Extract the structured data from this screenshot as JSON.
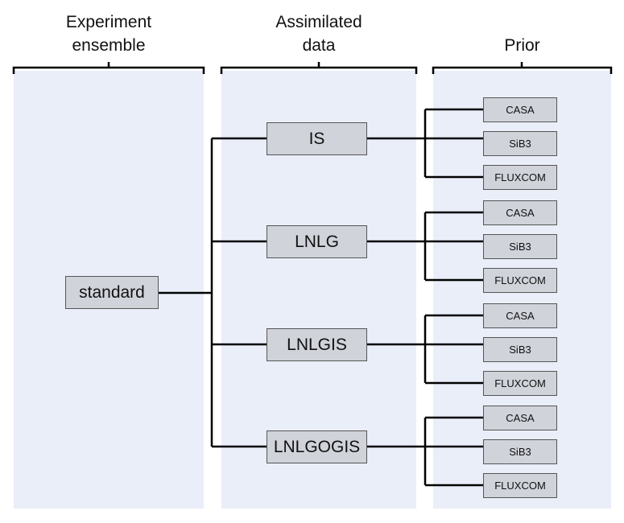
{
  "columns": [
    {
      "heading_lines": [
        "Experiment",
        "ensemble"
      ]
    },
    {
      "heading_lines": [
        "Assimilated",
        "data"
      ]
    },
    {
      "heading_lines": [
        "Prior"
      ]
    }
  ],
  "root": {
    "label": "standard"
  },
  "assimilated": [
    {
      "label": "IS",
      "priors": [
        "CASA",
        "SiB3",
        "FLUXCOM"
      ]
    },
    {
      "label": "LNLG",
      "priors": [
        "CASA",
        "SiB3",
        "FLUXCOM"
      ]
    },
    {
      "label": "LNLGIS",
      "priors": [
        "CASA",
        "SiB3",
        "FLUXCOM"
      ]
    },
    {
      "label": "LNLGOGIS",
      "priors": [
        "CASA",
        "SiB3",
        "FLUXCOM"
      ]
    }
  ],
  "colors": {
    "panel": "#e9eef8",
    "box_fill": "#d0d3da",
    "box_border": "#555555",
    "line": "#000000"
  }
}
